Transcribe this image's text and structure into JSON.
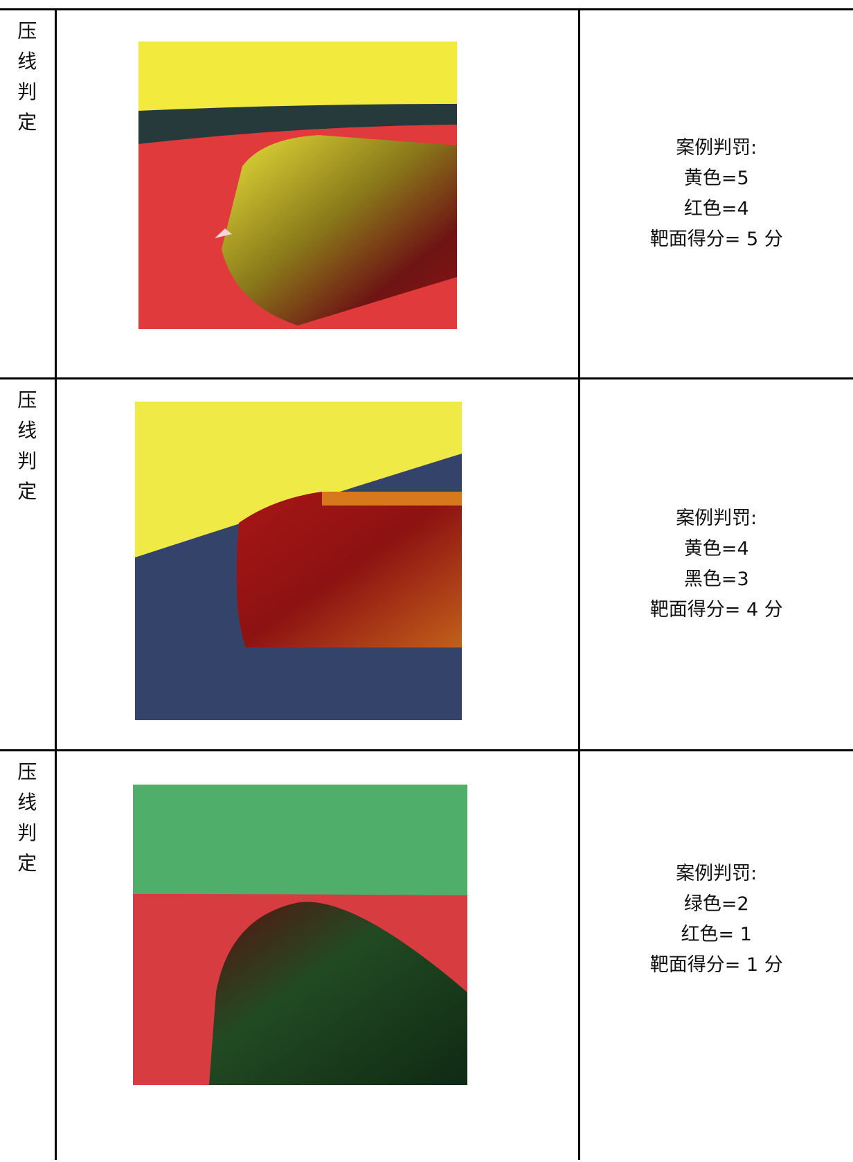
{
  "rows": [
    {
      "label": "压线判定",
      "photo": "yellow-black-red-target-with-arrow",
      "verdict": {
        "title": "案例判罚:",
        "line1": "黄色=5",
        "line2": "红色=4",
        "score": "靶面得分= 5 分"
      }
    },
    {
      "label": "压线判定",
      "photo": "yellow-black-target-with-arrow",
      "verdict": {
        "title": "案例判罚:",
        "line1": "黄色=4",
        "line2": "黑色=3",
        "score": "靶面得分= 4 分"
      }
    },
    {
      "label": "压线判定",
      "photo": "green-red-target-with-arrow",
      "verdict": {
        "title": "案例判罚:",
        "line1": "绿色=2",
        "line2": "红色= 1",
        "score": "靶面得分= 1 分"
      }
    }
  ],
  "colors": {
    "yellow": "#f0ea3c",
    "red": "#e0383a",
    "black": "#2b3a44",
    "navy": "#37456a",
    "green": "#4aa865"
  }
}
